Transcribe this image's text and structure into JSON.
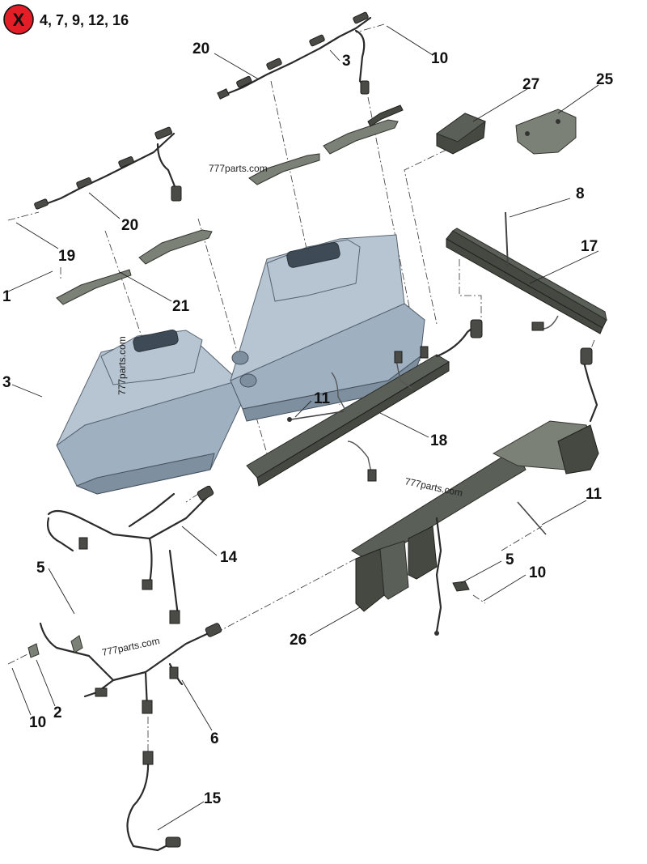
{
  "exclusion_badge": {
    "symbol": "X",
    "text": "4, 7, 9, 12, 16",
    "color": "#e41e26"
  },
  "watermarks": [
    "777parts.com",
    "777parts.com",
    "777parts.com",
    "777parts.com"
  ],
  "callouts": {
    "c20a": "20",
    "c3a": "3",
    "c10a": "10",
    "c27": "27",
    "c25": "25",
    "c20b": "20",
    "c19": "19",
    "c1": "1",
    "c21": "21",
    "c8": "8",
    "c17": "17",
    "c3b": "3",
    "c11a": "11",
    "c18": "18",
    "c11b": "11",
    "c14": "14",
    "c5a": "5",
    "c5b": "5",
    "c10b": "10",
    "c26": "26",
    "c2": "2",
    "c10c": "10",
    "c6": "6",
    "c15": "15"
  }
}
